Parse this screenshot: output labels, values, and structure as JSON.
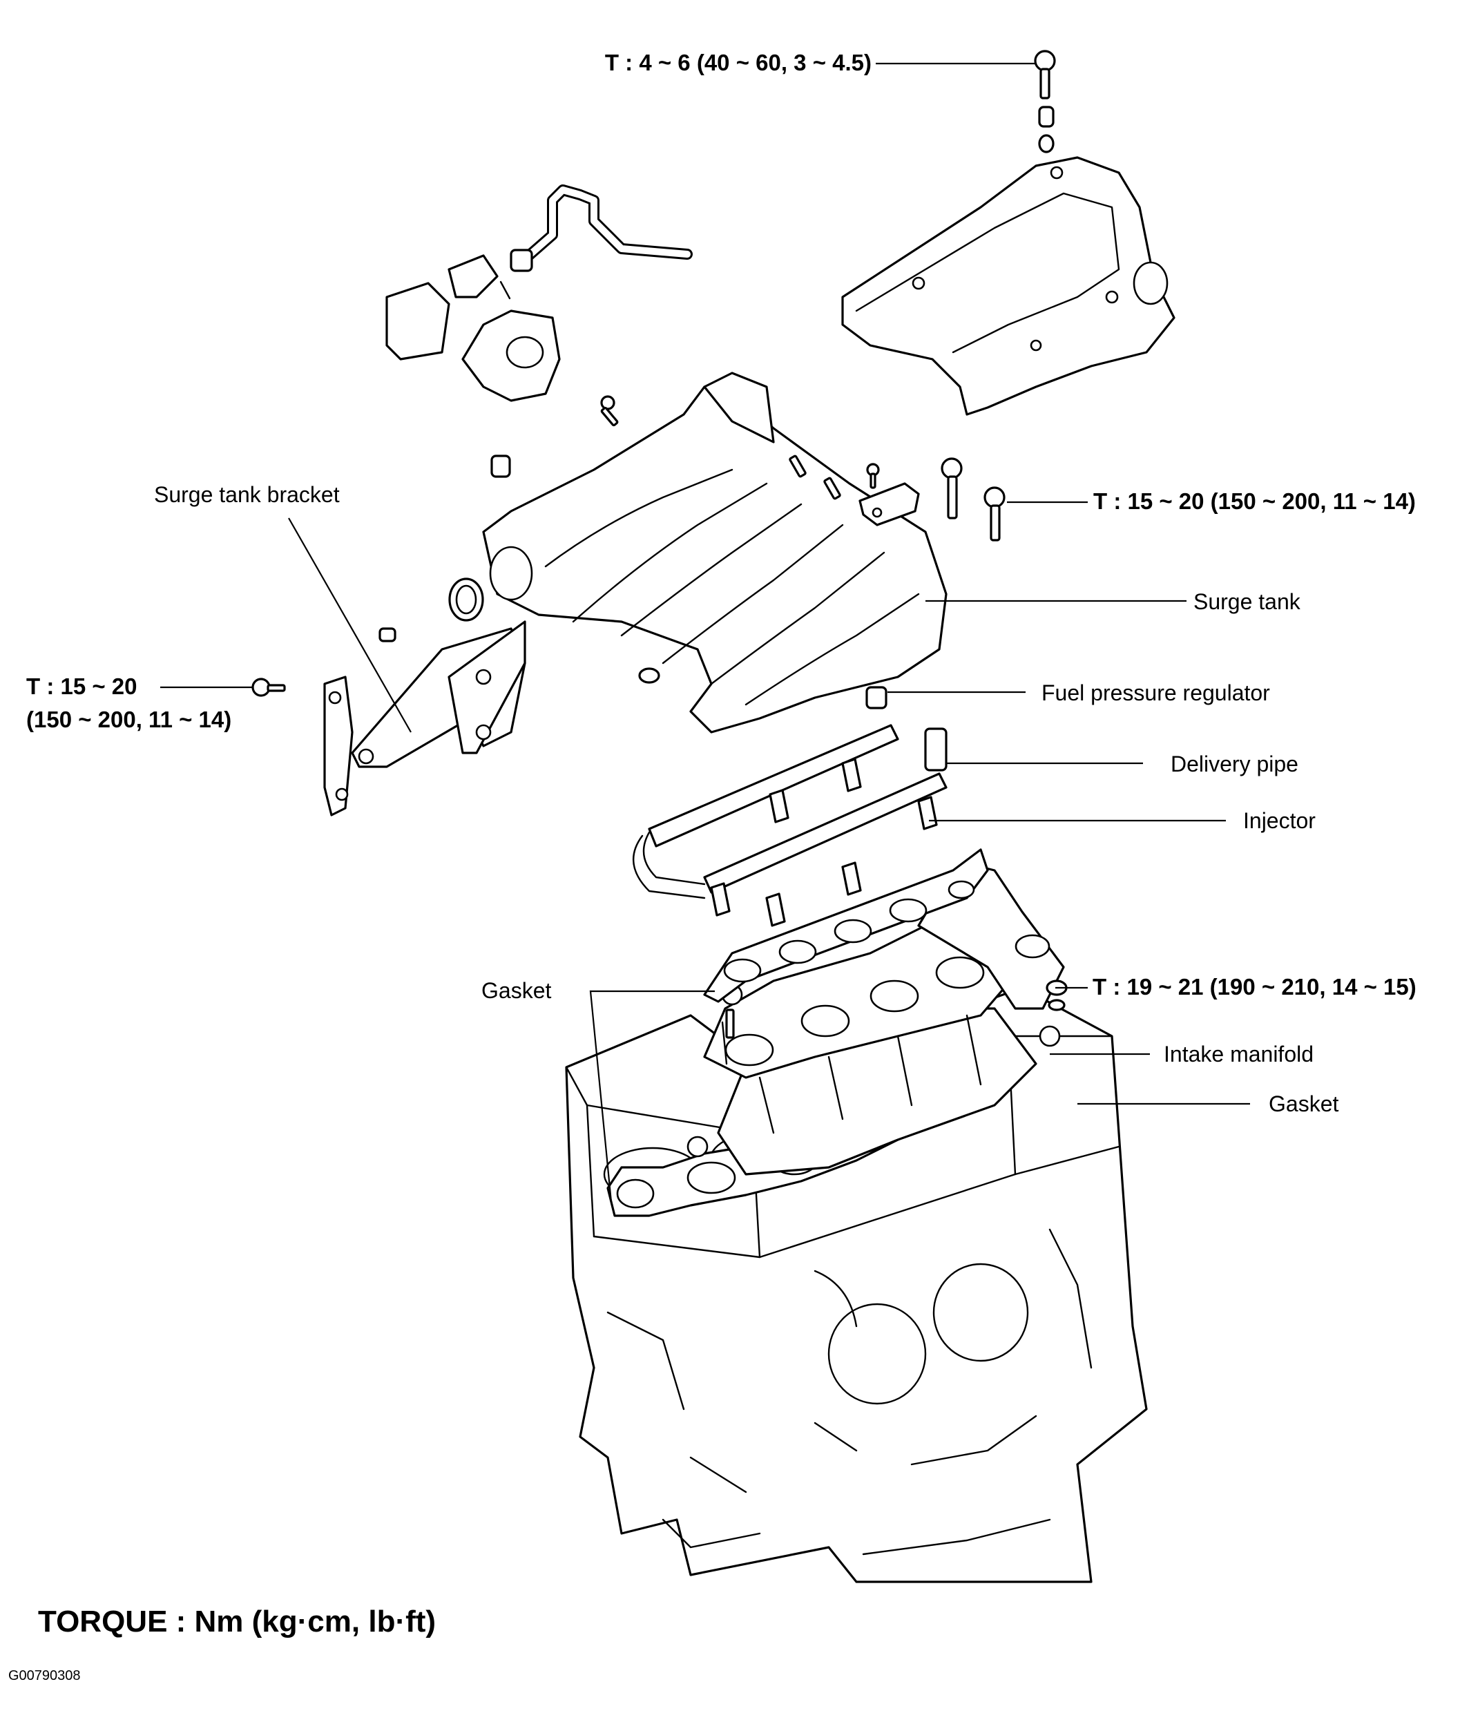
{
  "torque_callouts": {
    "cover_bolt": "T : 4 ~ 6 (40 ~ 60, 3 ~ 4.5)",
    "surge_tank_bolt": "T : 15 ~ 20 (150 ~ 200, 11 ~ 14)",
    "bracket_bolt_line1": "T : 15 ~ 20",
    "bracket_bolt_line2": "(150 ~ 200, 11 ~ 14)",
    "manifold_nut": "T : 19 ~ 21 (190 ~ 210, 14 ~ 15)"
  },
  "part_labels": {
    "surge_tank_bracket": "Surge tank bracket",
    "surge_tank": "Surge tank",
    "fuel_pressure_regulator": "Fuel pressure regulator",
    "delivery_pipe": "Delivery pipe",
    "injector": "Injector",
    "gasket_upper": "Gasket",
    "intake_manifold": "Intake manifold",
    "gasket_lower": "Gasket"
  },
  "legend": "TORQUE : Nm (kg·cm, lb·ft)",
  "figure_id": "G00790308",
  "icons": [
    "bolt-icon",
    "nut-icon",
    "washer-icon"
  ]
}
